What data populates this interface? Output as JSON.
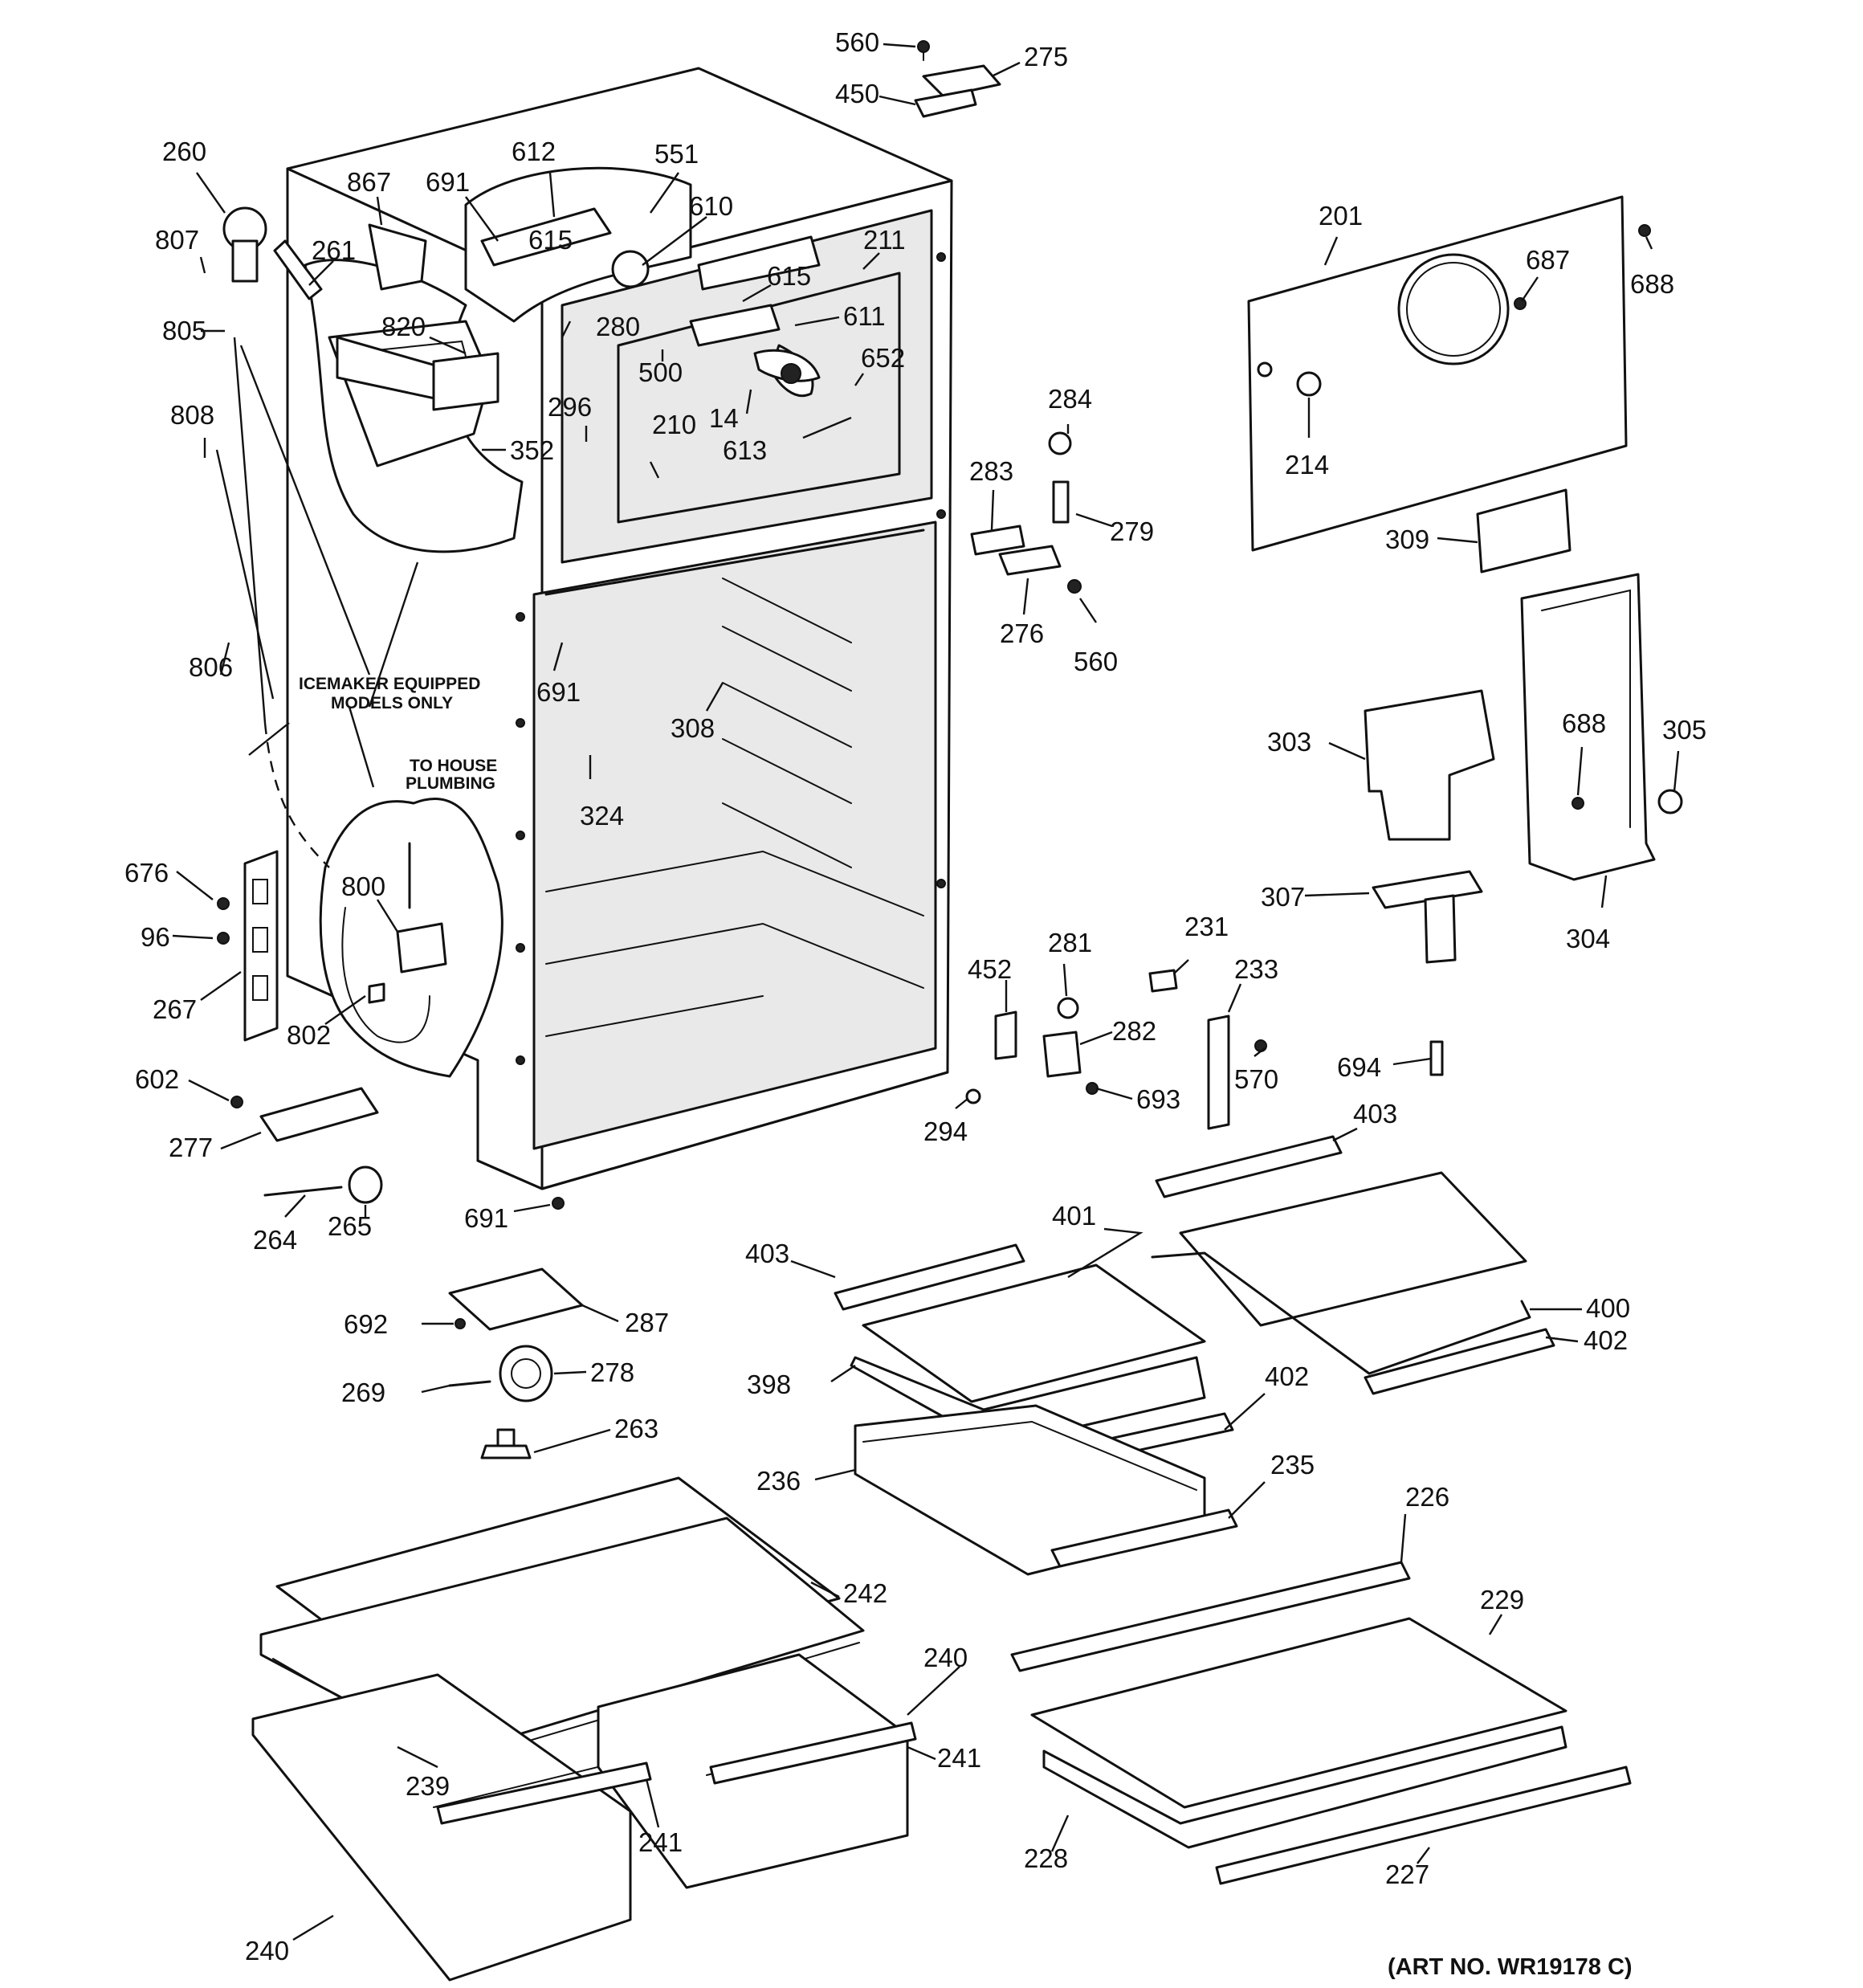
{
  "notes": {
    "icemaker_line1": "ICEMAKER EQUIPPED",
    "icemaker_line2": "MODELS ONLY",
    "plumbing_line1": "TO HOUSE",
    "plumbing_line2": "PLUMBING",
    "art_number": "(ART NO. WR19178 C)"
  },
  "callouts": [
    {
      "id": "c560a",
      "label": "560"
    },
    {
      "id": "c275",
      "label": "275"
    },
    {
      "id": "c450",
      "label": "450"
    },
    {
      "id": "c260",
      "label": "260"
    },
    {
      "id": "c867",
      "label": "867"
    },
    {
      "id": "c691a",
      "label": "691"
    },
    {
      "id": "c612",
      "label": "612"
    },
    {
      "id": "c551",
      "label": "551"
    },
    {
      "id": "c610",
      "label": "610"
    },
    {
      "id": "c807",
      "label": "807"
    },
    {
      "id": "c261",
      "label": "261"
    },
    {
      "id": "c615a",
      "label": "615"
    },
    {
      "id": "c211",
      "label": "211"
    },
    {
      "id": "c615b",
      "label": "615"
    },
    {
      "id": "c611",
      "label": "611"
    },
    {
      "id": "c805",
      "label": "805"
    },
    {
      "id": "c820",
      "label": "820"
    },
    {
      "id": "c280",
      "label": "280"
    },
    {
      "id": "c500",
      "label": "500"
    },
    {
      "id": "c652",
      "label": "652"
    },
    {
      "id": "c14",
      "label": "14"
    },
    {
      "id": "c808",
      "label": "808"
    },
    {
      "id": "c296",
      "label": "296"
    },
    {
      "id": "c210",
      "label": "210"
    },
    {
      "id": "c613",
      "label": "613"
    },
    {
      "id": "c352",
      "label": "352"
    },
    {
      "id": "c201",
      "label": "201"
    },
    {
      "id": "c687",
      "label": "687"
    },
    {
      "id": "c688a",
      "label": "688"
    },
    {
      "id": "c214",
      "label": "214"
    },
    {
      "id": "c284",
      "label": "284"
    },
    {
      "id": "c283",
      "label": "283"
    },
    {
      "id": "c279",
      "label": "279"
    },
    {
      "id": "c309",
      "label": "309"
    },
    {
      "id": "c276",
      "label": "276"
    },
    {
      "id": "c560b",
      "label": "560"
    },
    {
      "id": "c806",
      "label": "806"
    },
    {
      "id": "c691b",
      "label": "691"
    },
    {
      "id": "c308",
      "label": "308"
    },
    {
      "id": "c324",
      "label": "324"
    },
    {
      "id": "c303",
      "label": "303"
    },
    {
      "id": "c688b",
      "label": "688"
    },
    {
      "id": "c305",
      "label": "305"
    },
    {
      "id": "c676",
      "label": "676"
    },
    {
      "id": "c800",
      "label": "800"
    },
    {
      "id": "c96",
      "label": "96"
    },
    {
      "id": "c307",
      "label": "307"
    },
    {
      "id": "c304",
      "label": "304"
    },
    {
      "id": "c267",
      "label": "267"
    },
    {
      "id": "c802",
      "label": "802"
    },
    {
      "id": "c452",
      "label": "452"
    },
    {
      "id": "c281",
      "label": "281"
    },
    {
      "id": "c231",
      "label": "231"
    },
    {
      "id": "c233",
      "label": "233"
    },
    {
      "id": "c282",
      "label": "282"
    },
    {
      "id": "c570",
      "label": "570"
    },
    {
      "id": "c694",
      "label": "694"
    },
    {
      "id": "c602",
      "label": "602"
    },
    {
      "id": "c693",
      "label": "693"
    },
    {
      "id": "c294",
      "label": "294"
    },
    {
      "id": "c277",
      "label": "277"
    },
    {
      "id": "c403a",
      "label": "403"
    },
    {
      "id": "c691c",
      "label": "691"
    },
    {
      "id": "c264",
      "label": "264"
    },
    {
      "id": "c265",
      "label": "265"
    },
    {
      "id": "c401",
      "label": "401"
    },
    {
      "id": "c403b",
      "label": "403"
    },
    {
      "id": "c400",
      "label": "400"
    },
    {
      "id": "c692",
      "label": "692"
    },
    {
      "id": "c287",
      "label": "287"
    },
    {
      "id": "c402a",
      "label": "402"
    },
    {
      "id": "c278",
      "label": "278"
    },
    {
      "id": "c398",
      "label": "398"
    },
    {
      "id": "c269",
      "label": "269"
    },
    {
      "id": "c402b",
      "label": "402"
    },
    {
      "id": "c263",
      "label": "263"
    },
    {
      "id": "c235",
      "label": "235"
    },
    {
      "id": "c236",
      "label": "236"
    },
    {
      "id": "c226",
      "label": "226"
    },
    {
      "id": "c242",
      "label": "242"
    },
    {
      "id": "c229",
      "label": "229"
    },
    {
      "id": "c240a",
      "label": "240"
    },
    {
      "id": "c241a",
      "label": "241"
    },
    {
      "id": "c239",
      "label": "239"
    },
    {
      "id": "c241b",
      "label": "241"
    },
    {
      "id": "c228",
      "label": "228"
    },
    {
      "id": "c227",
      "label": "227"
    },
    {
      "id": "c240b",
      "label": "240"
    }
  ]
}
